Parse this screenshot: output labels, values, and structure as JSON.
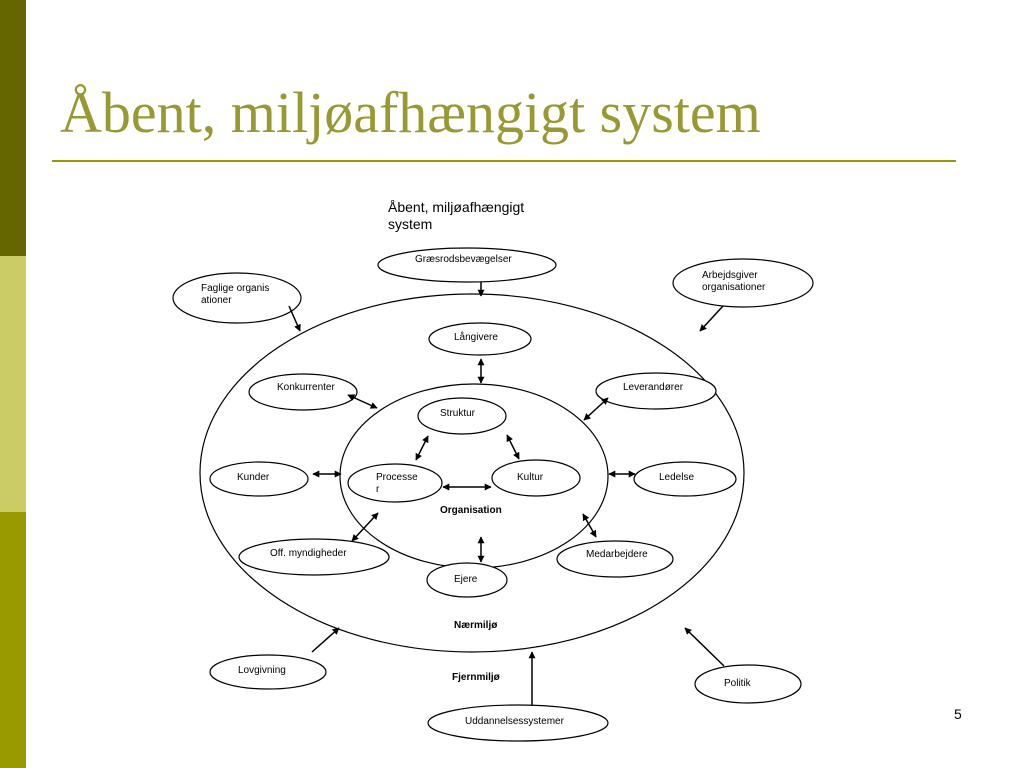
{
  "theme": {
    "bar_dark": "#666600",
    "bar_light": "#CCCC66",
    "bar_mid": "#999900",
    "title_color": "#999933",
    "rule_color": "#999900",
    "line_color": "#000000"
  },
  "slide": {
    "title": "Åbent, miljøafhængigt system",
    "page_number": "5"
  },
  "diagram": {
    "caption": "Åbent, miljøafhængigt system",
    "rings": {
      "organisation": "Organisation",
      "naermiljo": "Nærmiljø",
      "fjernmiljo": "Fjernmiljø"
    },
    "core": {
      "struktur": "Struktur",
      "processer": "Processer",
      "kultur": "Kultur"
    },
    "near": {
      "langivere": "Långivere",
      "konkurrenter": "Konkurrenter",
      "leverandorer": "Leverandører",
      "kunder": "Kunder",
      "ledelse": "Ledelse",
      "off_myndigheder": "Off. myndigheder",
      "medarbejdere": "Medarbejdere",
      "ejere": "Ejere"
    },
    "far": {
      "graesrods": "Græsrodsbevægelser",
      "faglige": "Faglige organisationer",
      "arbejdsgiver": "Arbejdsgiver organisationer",
      "lovgivning": "Lovgivning",
      "politik": "Politik",
      "uddannelse": "Uddannelsessystemer"
    }
  }
}
